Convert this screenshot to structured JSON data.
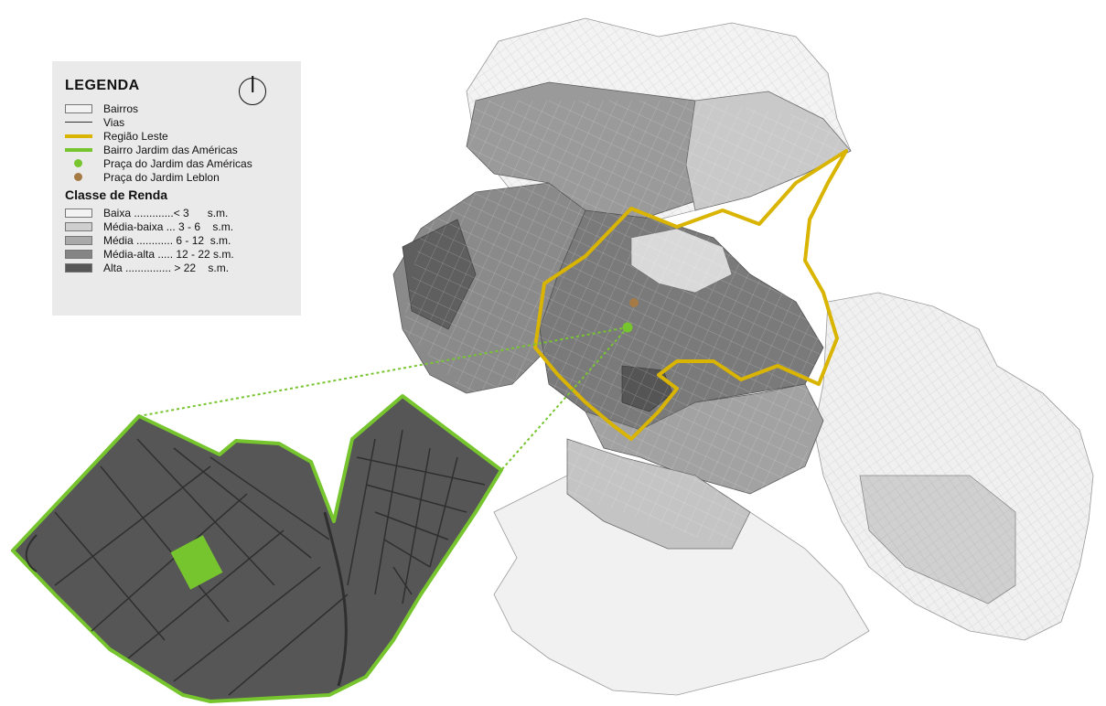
{
  "legend": {
    "title": "LEGENDA",
    "north_icon": "north-arrow-icon",
    "items": [
      {
        "label": "Bairros",
        "symbol": "box",
        "color": "#f2f2f2"
      },
      {
        "label": "Vias",
        "symbol": "thin-line",
        "color": "#333333"
      },
      {
        "label": "Região Leste",
        "symbol": "thick-line",
        "color": "#d9b400"
      },
      {
        "label": "Bairro Jardim das Américas",
        "symbol": "thick-line",
        "color": "#77c52e"
      },
      {
        "label": "Praça do Jardim das Américas",
        "symbol": "dot",
        "color": "#77c52e"
      },
      {
        "label": "Praça do Jardim Leblon",
        "symbol": "dot",
        "color": "#a57a45"
      }
    ],
    "income_title": "Classe de Renda",
    "income_classes": [
      {
        "label": "Baixa .............< 3      s.m.",
        "color": "#f3f3f3"
      },
      {
        "label": "Média-baixa ... 3 - 6    s.m.",
        "color": "#cfcfcf"
      },
      {
        "label": "Média ............ 6 - 12  s.m.",
        "color": "#a9a9a9"
      },
      {
        "label": "Média-alta ..... 12 - 22 s.m.",
        "color": "#858585"
      },
      {
        "label": "Alta ............... > 22    s.m.",
        "color": "#575757"
      }
    ]
  }
}
